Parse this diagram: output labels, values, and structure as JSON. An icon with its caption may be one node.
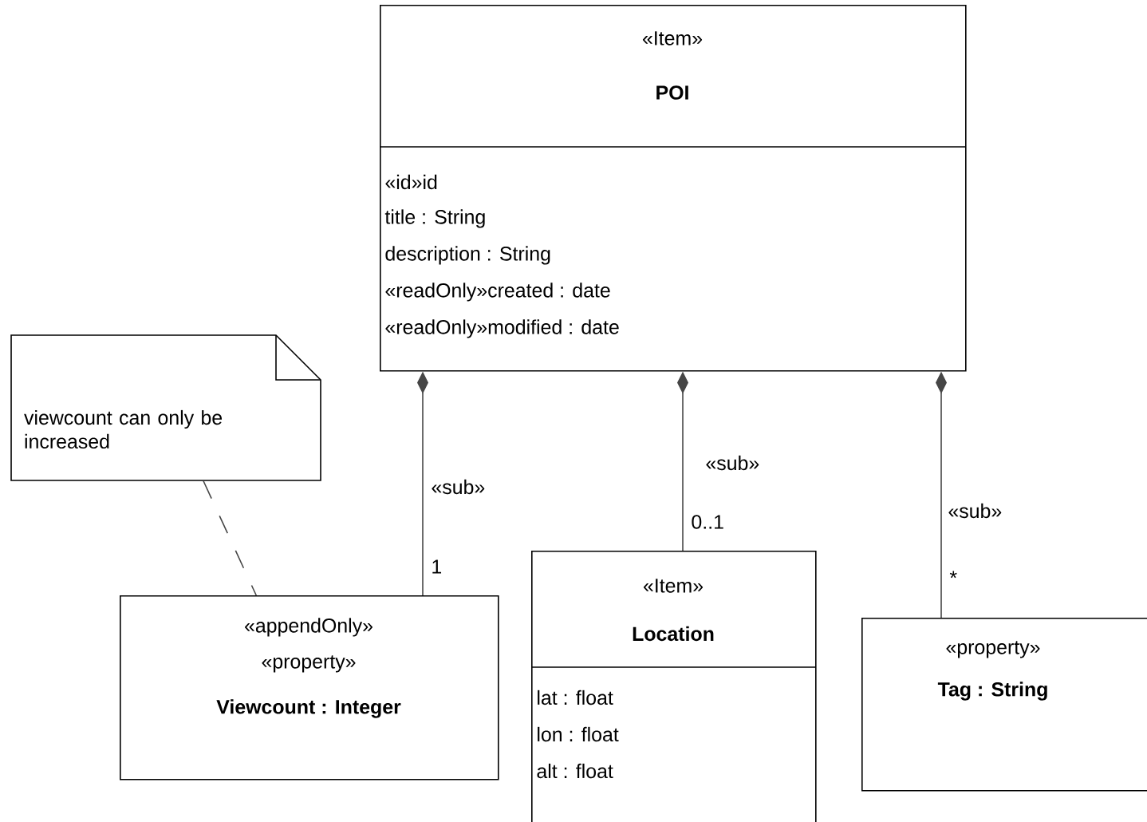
{
  "diagram": {
    "nodes": [
      {
        "text": [
          "«Item»",
          "POI",
          "«id»id",
          "title : String",
          "description : String",
          "«readOnly»created : date",
          "«readOnly»modified : date"
        ]
      },
      {
        "text": [
          "viewcount can only be increased"
        ]
      },
      {
        "text": [
          "«appendOnly»",
          "«property»",
          "Viewcount : Integer"
        ]
      },
      {
        "text": [
          "«Item»",
          "Location",
          "lat : float",
          "lon : float",
          "alt : float"
        ]
      },
      {
        "text": [
          "«property»",
          "Tag : String"
        ]
      }
    ],
    "edges": [
      {
        "from": 0,
        "to": 2,
        "arrow": "other",
        "label": "«sub»"
      },
      {
        "from": 0,
        "to": 3,
        "arrow": "other",
        "label": "«sub»"
      },
      {
        "from": 0,
        "to": 4,
        "arrow": "other",
        "label": "«sub»"
      },
      {
        "from": 1,
        "to": 2,
        "arrow": "none",
        "style": "dashed"
      }
    ],
    "labels": [
      "1",
      "0..1",
      "*"
    ]
  }
}
